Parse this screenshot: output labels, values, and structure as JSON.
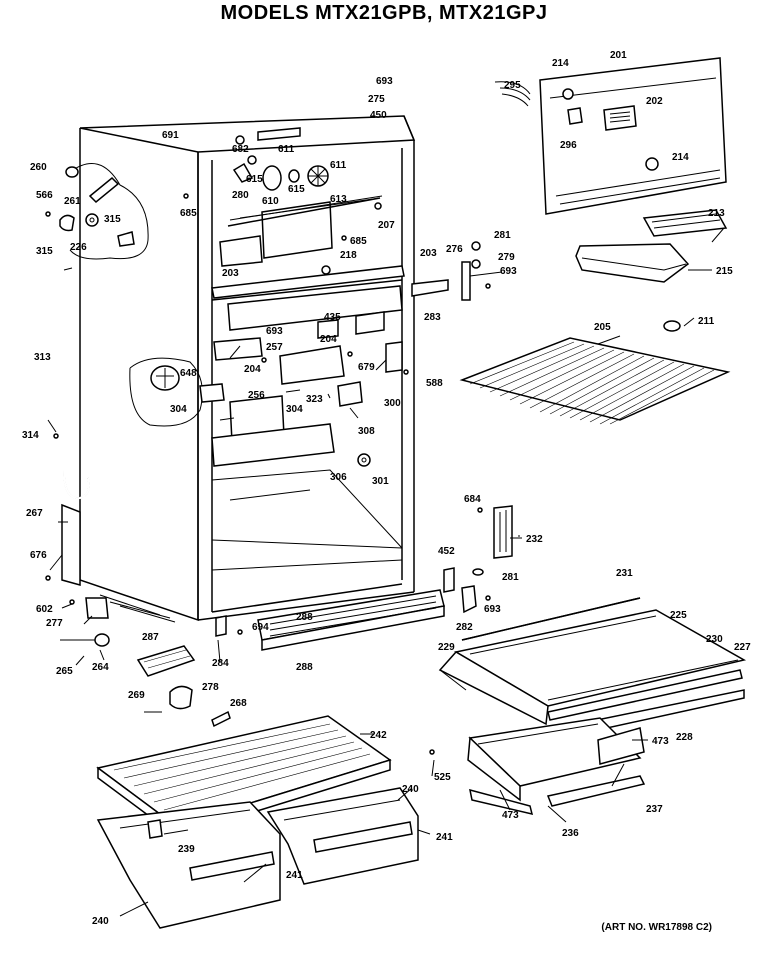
{
  "title": "MODELS MTX21GPB, MTX21GPJ",
  "art_number": "(ART NO. WR17898 C2)",
  "callouts": [
    {
      "id": "c693a",
      "text": "693"
    },
    {
      "id": "c275",
      "text": "275"
    },
    {
      "id": "c450",
      "text": "450"
    },
    {
      "id": "c295",
      "text": "295"
    },
    {
      "id": "c214a",
      "text": "214"
    },
    {
      "id": "c201",
      "text": "201"
    },
    {
      "id": "c202",
      "text": "202"
    },
    {
      "id": "c296",
      "text": "296"
    },
    {
      "id": "c214b",
      "text": "214"
    },
    {
      "id": "c213",
      "text": "213"
    },
    {
      "id": "c215",
      "text": "215"
    },
    {
      "id": "c211",
      "text": "211"
    },
    {
      "id": "c205",
      "text": "205"
    },
    {
      "id": "c691",
      "text": "691"
    },
    {
      "id": "c682",
      "text": "682"
    },
    {
      "id": "c611a",
      "text": "611"
    },
    {
      "id": "c611b",
      "text": "611"
    },
    {
      "id": "c615a",
      "text": "615"
    },
    {
      "id": "c615b",
      "text": "615"
    },
    {
      "id": "c610",
      "text": "610"
    },
    {
      "id": "c613",
      "text": "613"
    },
    {
      "id": "c280",
      "text": "280"
    },
    {
      "id": "c207",
      "text": "207"
    },
    {
      "id": "c685a",
      "text": "685"
    },
    {
      "id": "c685b",
      "text": "685"
    },
    {
      "id": "c260",
      "text": "260"
    },
    {
      "id": "c261",
      "text": "261"
    },
    {
      "id": "c566",
      "text": "566"
    },
    {
      "id": "c315a",
      "text": "315"
    },
    {
      "id": "c315b",
      "text": "315"
    },
    {
      "id": "c226",
      "text": "226"
    },
    {
      "id": "c218",
      "text": "218"
    },
    {
      "id": "c203a",
      "text": "203"
    },
    {
      "id": "c203b",
      "text": "203"
    },
    {
      "id": "c276",
      "text": "276"
    },
    {
      "id": "c281a",
      "text": "281"
    },
    {
      "id": "c279",
      "text": "279"
    },
    {
      "id": "c693b",
      "text": "693"
    },
    {
      "id": "c283",
      "text": "283"
    },
    {
      "id": "c435",
      "text": "435"
    },
    {
      "id": "c693c",
      "text": "693"
    },
    {
      "id": "c204a",
      "text": "204"
    },
    {
      "id": "c204b",
      "text": "204"
    },
    {
      "id": "c257",
      "text": "257"
    },
    {
      "id": "c679",
      "text": "679"
    },
    {
      "id": "c313",
      "text": "313"
    },
    {
      "id": "c648",
      "text": "648"
    },
    {
      "id": "c256",
      "text": "256"
    },
    {
      "id": "c304a",
      "text": "304"
    },
    {
      "id": "c304b",
      "text": "304"
    },
    {
      "id": "c323",
      "text": "323"
    },
    {
      "id": "c300",
      "text": "300"
    },
    {
      "id": "c308",
      "text": "308"
    },
    {
      "id": "c588",
      "text": "588"
    },
    {
      "id": "c314",
      "text": "314"
    },
    {
      "id": "c306",
      "text": "306"
    },
    {
      "id": "c301",
      "text": "301"
    },
    {
      "id": "c684",
      "text": "684"
    },
    {
      "id": "c232",
      "text": "232"
    },
    {
      "id": "c267",
      "text": "267"
    },
    {
      "id": "c452",
      "text": "452"
    },
    {
      "id": "c281b",
      "text": "281"
    },
    {
      "id": "c676",
      "text": "676"
    },
    {
      "id": "c231",
      "text": "231"
    },
    {
      "id": "c693d",
      "text": "693"
    },
    {
      "id": "c225",
      "text": "225"
    },
    {
      "id": "c282",
      "text": "282"
    },
    {
      "id": "c230",
      "text": "230"
    },
    {
      "id": "c227",
      "text": "227"
    },
    {
      "id": "c602",
      "text": "602"
    },
    {
      "id": "c277",
      "text": "277"
    },
    {
      "id": "c288a",
      "text": "288"
    },
    {
      "id": "c694",
      "text": "694"
    },
    {
      "id": "c287",
      "text": "287"
    },
    {
      "id": "c229",
      "text": "229"
    },
    {
      "id": "c265",
      "text": "265"
    },
    {
      "id": "c264",
      "text": "264"
    },
    {
      "id": "c284",
      "text": "284"
    },
    {
      "id": "c288b",
      "text": "288"
    },
    {
      "id": "c269",
      "text": "269"
    },
    {
      "id": "c278",
      "text": "278"
    },
    {
      "id": "c268",
      "text": "268"
    },
    {
      "id": "c228",
      "text": "228"
    },
    {
      "id": "c473a",
      "text": "473"
    },
    {
      "id": "c242",
      "text": "242"
    },
    {
      "id": "c525",
      "text": "525"
    },
    {
      "id": "c240a",
      "text": "240"
    },
    {
      "id": "c473b",
      "text": "473"
    },
    {
      "id": "c237",
      "text": "237"
    },
    {
      "id": "c236",
      "text": "236"
    },
    {
      "id": "c241a",
      "text": "241"
    },
    {
      "id": "c239",
      "text": "239"
    },
    {
      "id": "c241b",
      "text": "241"
    },
    {
      "id": "c240b",
      "text": "240"
    }
  ]
}
